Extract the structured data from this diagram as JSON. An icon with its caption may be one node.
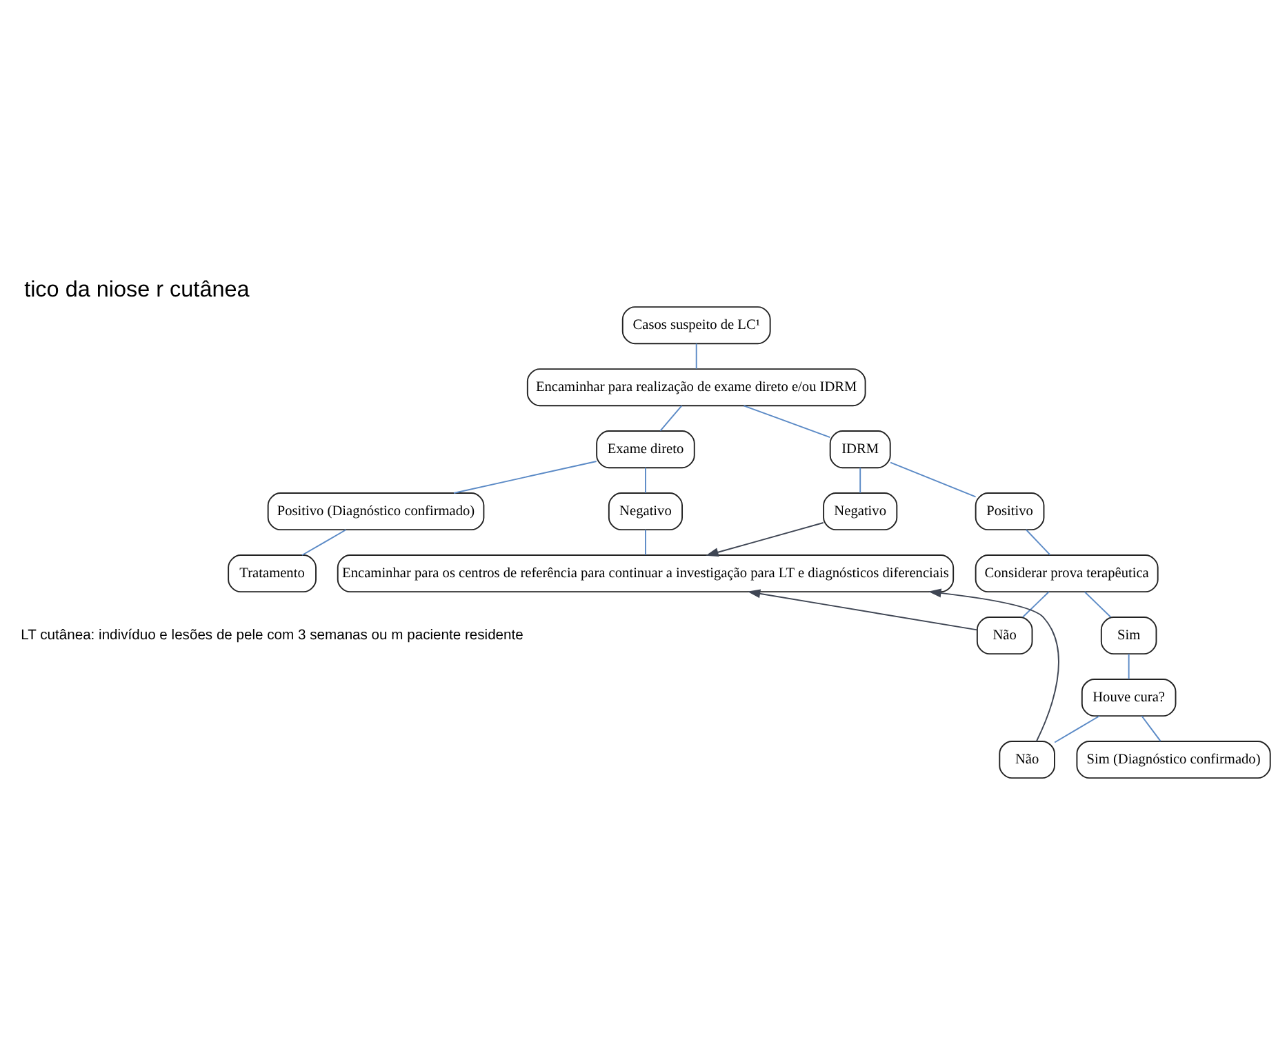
{
  "diagram": {
    "title": "tico da niose r cutânea",
    "nodes": [
      {
        "text": [
          "Casos suspeito de LC¹"
        ]
      },
      {
        "text": [
          "Encaminhar para realização de exame direto e/ou IDRM"
        ]
      },
      {
        "text": [
          "Exame direto"
        ]
      },
      {
        "text": [
          "IDRM"
        ]
      },
      {
        "text": [
          "Positivo (Diagnóstico confirmado)"
        ]
      },
      {
        "text": [
          "Negativo"
        ]
      },
      {
        "text": [
          "Negativo"
        ]
      },
      {
        "text": [
          "Positivo"
        ]
      },
      {
        "text": [
          "Tratamento"
        ]
      },
      {
        "text": [
          "Encaminhar para os centros de referência para continuar a investigação para LT e diagnósticos diferenciais"
        ]
      },
      {
        "text": [
          "Considerar prova terapêutica"
        ]
      },
      {
        "text": [
          "Não"
        ]
      },
      {
        "text": [
          "Sim"
        ]
      },
      {
        "text": [
          "Houve cura?"
        ]
      },
      {
        "text": [
          "Não"
        ]
      },
      {
        "text": [
          "Sim (Diagnóstico confirmado)"
        ]
      }
    ],
    "edges": [
      {
        "from": 0,
        "to": 1,
        "arrow": "none"
      },
      {
        "from": 1,
        "to": 2,
        "arrow": "none"
      },
      {
        "from": 1,
        "to": 3,
        "arrow": "none"
      },
      {
        "from": 2,
        "to": 4,
        "arrow": "none"
      },
      {
        "from": 2,
        "to": 5,
        "arrow": "none"
      },
      {
        "from": 3,
        "to": 6,
        "arrow": "none"
      },
      {
        "from": 3,
        "to": 7,
        "arrow": "none"
      },
      {
        "from": 4,
        "to": 8,
        "arrow": "none"
      },
      {
        "from": 5,
        "to": 9,
        "arrow": "none"
      },
      {
        "from": 6,
        "to": 9,
        "arrow": "to",
        "color": "#3f4654"
      },
      {
        "from": 7,
        "to": 10,
        "arrow": "none"
      },
      {
        "from": 10,
        "to": 11,
        "arrow": "none"
      },
      {
        "from": 10,
        "to": 12,
        "arrow": "none"
      },
      {
        "from": 11,
        "to": 9,
        "arrow": "to",
        "color": "#3f4654"
      },
      {
        "from": 12,
        "to": 13,
        "arrow": "none"
      },
      {
        "from": 13,
        "to": 14,
        "arrow": "none"
      },
      {
        "from": 13,
        "to": 15,
        "arrow": "none"
      },
      {
        "from": 14,
        "to": 9,
        "arrow": "to",
        "color": "#3f4654"
      }
    ],
    "labels": [
      "LT cutânea: indivíduo e lesões de pele com 3 semanas ou m paciente residente"
    ]
  }
}
